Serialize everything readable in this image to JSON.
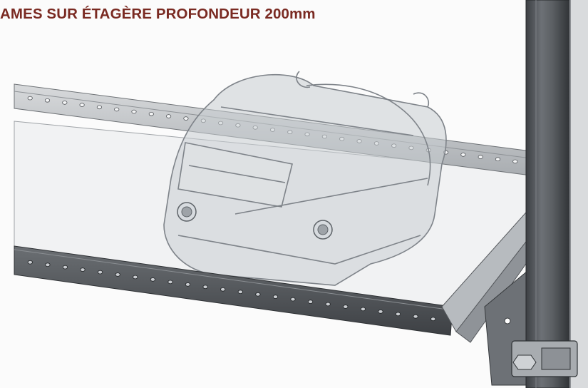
{
  "caption": "AMES SUR ÉTAGÈRE PROFONDEUR 200mm",
  "colors": {
    "caption": "#7a2a22",
    "metal_dark": "#55585c",
    "metal_mid": "#8c9095",
    "shelf": "#eef0f1",
    "printer_ghost": "#b9bec4"
  },
  "icons": [
    "shelf-rail",
    "printer-outline",
    "upright-post",
    "mounting-bracket",
    "fixing-screw"
  ]
}
